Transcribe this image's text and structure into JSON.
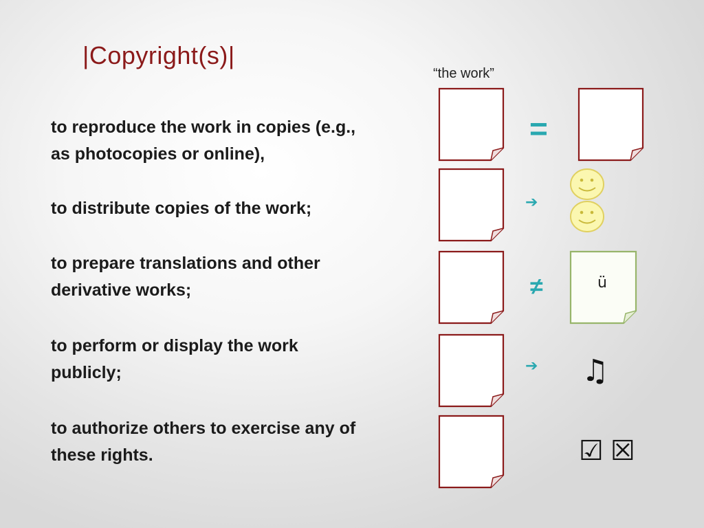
{
  "title": "|Copyright(s)|",
  "work_label": "“the work”",
  "rights": [
    {
      "lines": [
        "to reproduce the work in copies (e.g.,",
        "as photocopies or online),"
      ]
    },
    {
      "lines": [
        "to distribute copies of the work;"
      ]
    },
    {
      "lines": [
        "to prepare translations and other",
        "derivative works;"
      ]
    },
    {
      "lines": [
        "to perform or display the work",
        "publicly;"
      ]
    },
    {
      "lines": [
        "to authorize others to exercise any of",
        "these rights."
      ]
    }
  ],
  "symbols": {
    "equals": "=",
    "arrow": "➔",
    "not_equal": "≠",
    "umlaut_text": "ü",
    "music_note": "♫",
    "check_box": "☑",
    "x_box": "☒"
  },
  "colors": {
    "title": "#8b1a1a",
    "page_border": "#8b1a1a",
    "derivative_border": "#97b56a",
    "accent_symbol": "#2aa8b0",
    "smiley_fill": "#fbf7b0",
    "smiley_stroke": "#e0d060"
  },
  "icons": [
    "document-page-icon",
    "equals-icon",
    "arrow-right-icon",
    "smiley-icon",
    "not-equal-icon",
    "music-note-icon",
    "checkbox-checked-icon",
    "checkbox-x-icon"
  ]
}
